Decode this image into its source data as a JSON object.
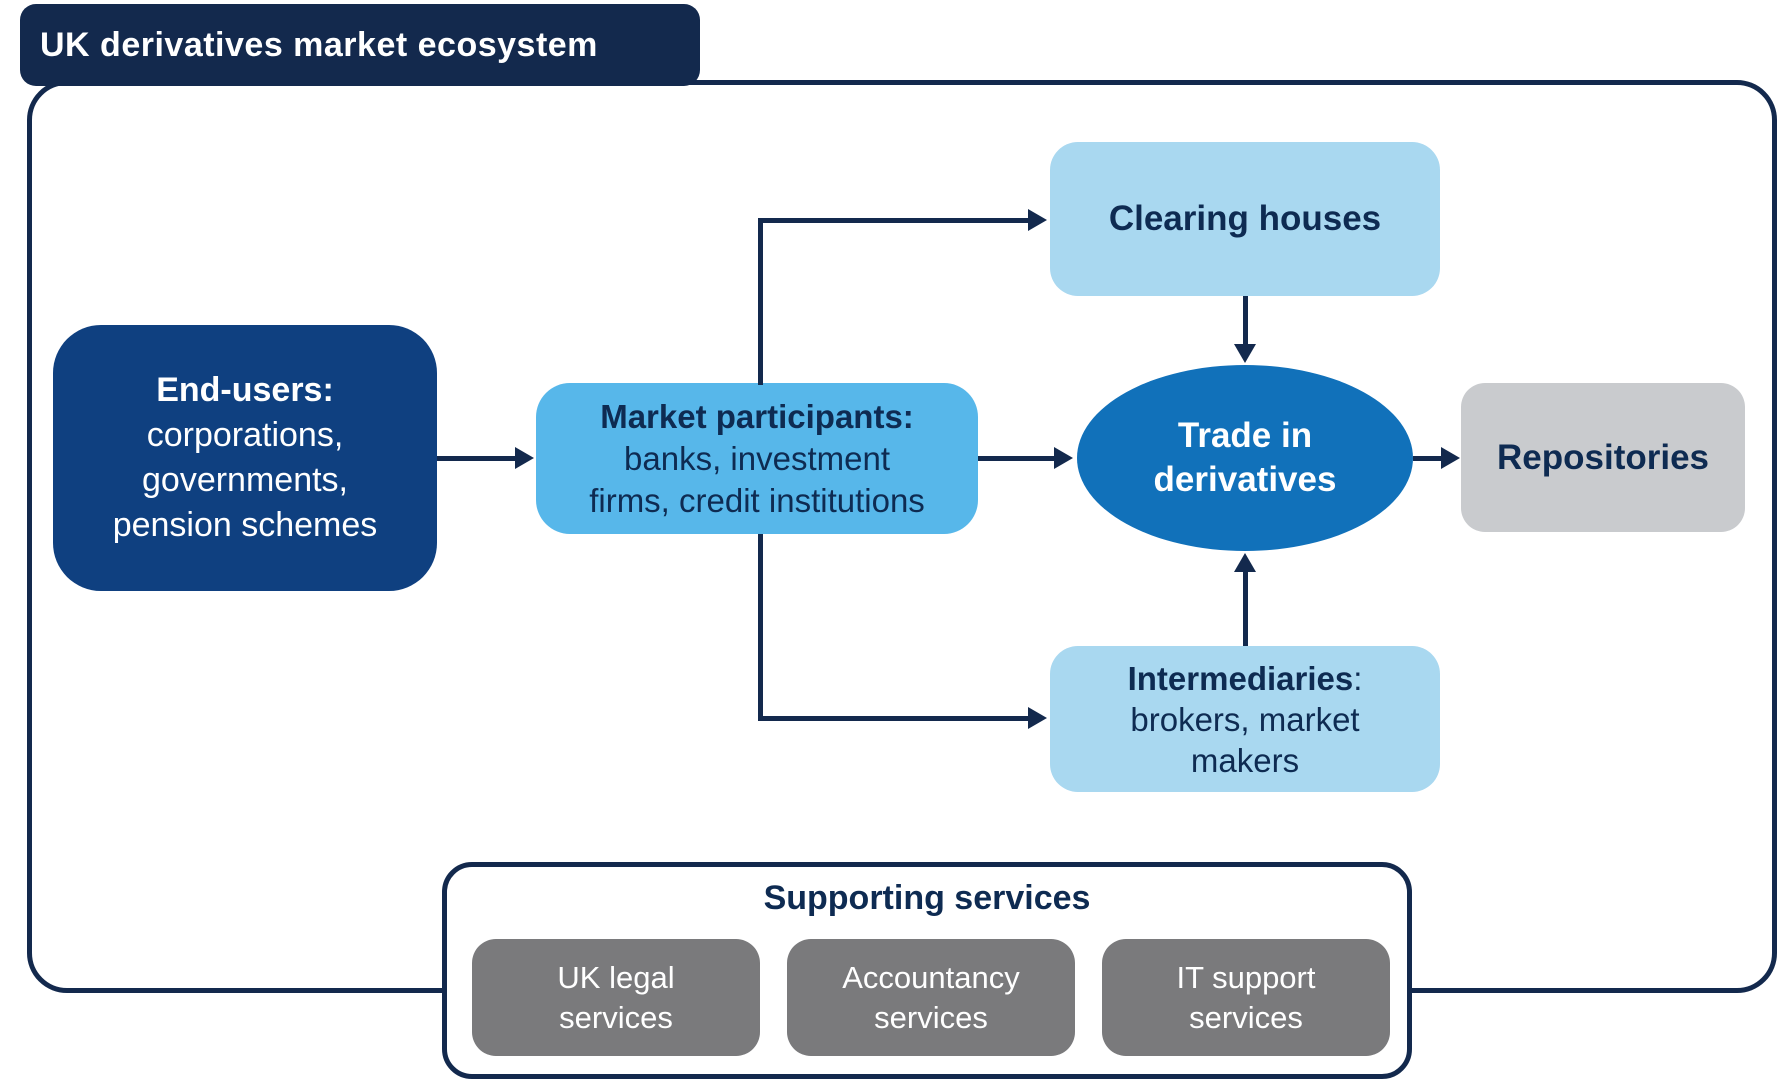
{
  "colors": {
    "navy": "#13294d",
    "text_navy": "#0e2b52",
    "end_users_blue": "#0f4080",
    "market_participants_blue": "#57b7ea",
    "light_blue": "#a9d8f0",
    "trade_ellipse_blue": "#1171ba",
    "repositories_gray": "#c9cbce",
    "supporting_box_gray": "#7a7a7c"
  },
  "title_banner": {
    "label": "UK derivatives market ecosystem"
  },
  "nodes": {
    "end_users": {
      "heading": "End-users:",
      "lines": [
        "corporations,",
        "governments,",
        "pension schemes"
      ]
    },
    "market_participants": {
      "heading": "Market participants:",
      "lines": [
        "banks, investment",
        "firms, credit institutions"
      ]
    },
    "clearing_houses": {
      "label": "Clearing houses"
    },
    "trade_in_derivatives": {
      "lines": [
        "Trade in",
        "derivatives"
      ]
    },
    "repositories": {
      "label": "Repositories"
    },
    "intermediaries": {
      "heading_bold": "Intermediaries",
      "heading_colon": ":",
      "lines": [
        "brokers, market",
        "makers"
      ]
    },
    "supporting_services": {
      "title": "Supporting services",
      "boxes": [
        {
          "lines": [
            "UK legal",
            "services"
          ]
        },
        {
          "lines": [
            "Accountancy",
            "services"
          ]
        },
        {
          "lines": [
            "IT support",
            "services"
          ]
        }
      ]
    }
  }
}
